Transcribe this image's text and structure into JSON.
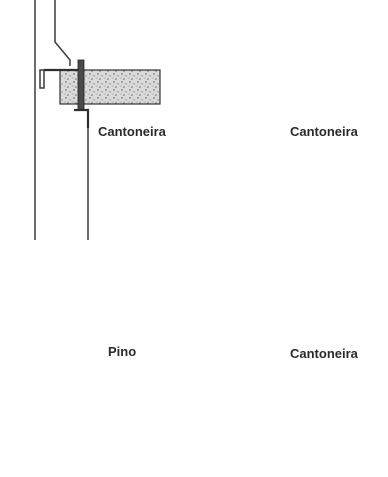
{
  "labels": {
    "top_left": "Cantoneira",
    "top_right": "Cantoneira",
    "bottom_left": "Pino",
    "bottom_right": "Cantoneira"
  },
  "colors": {
    "line": "#3a3a3a",
    "concrete_fill": "#d9d9d9",
    "anchor": "#4a4a4a"
  }
}
